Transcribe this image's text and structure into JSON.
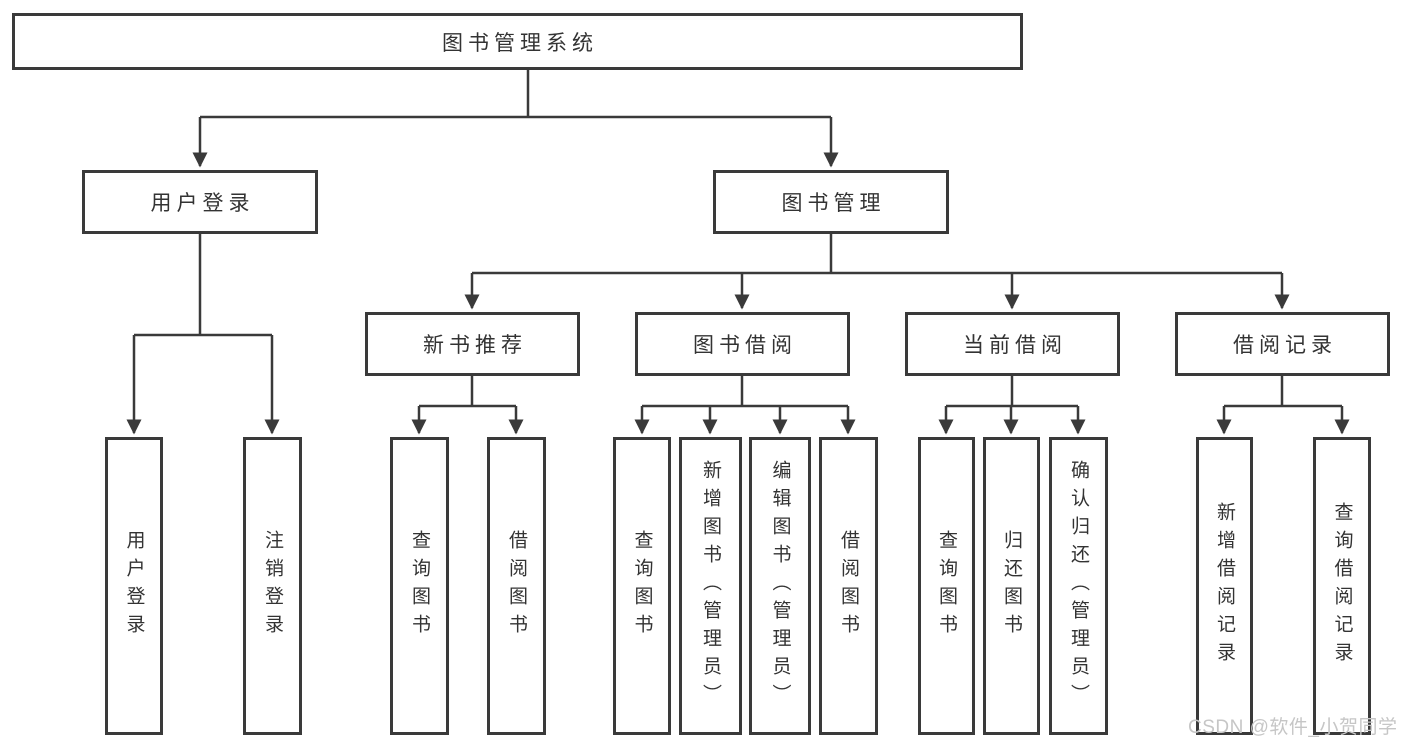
{
  "nodes": {
    "root": "图书管理系统",
    "user_login": "用户登录",
    "book_mgmt": "图书管理",
    "new_book_rec": "新书推荐",
    "book_borrow": "图书借阅",
    "current_borrow": "当前借阅",
    "borrow_record": "借阅记录",
    "leaf_user_login": "用户登录",
    "leaf_logout": "注销登录",
    "leaf_nb_query": "查询图书",
    "leaf_nb_borrow": "借阅图书",
    "leaf_bb_query": "查询图书",
    "leaf_bb_add": "新增图书（管理员）",
    "leaf_bb_edit": "编辑图书（管理员）",
    "leaf_bb_borrow": "借阅图书",
    "leaf_cb_query": "查询图书",
    "leaf_cb_return": "归还图书",
    "leaf_cb_confirm": "确认归还（管理员）",
    "leaf_br_add": "新增借阅记录",
    "leaf_br_query": "查询借阅记录"
  },
  "watermark": "CSDN @软件_小贺同学",
  "colors": {
    "line": "#3a3a3a",
    "text": "#333333",
    "watermark": "#c6c6c6",
    "background": "#ffffff"
  }
}
